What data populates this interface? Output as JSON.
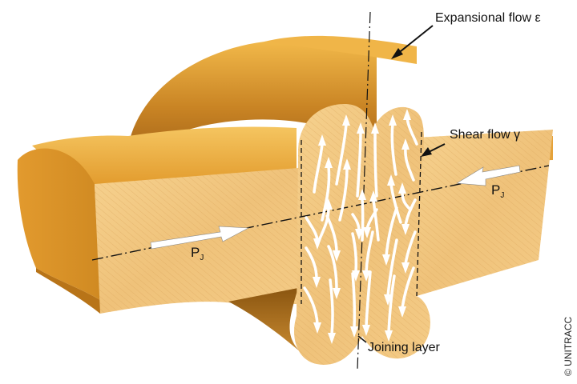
{
  "labels": {
    "expansional_flow": "Expansional flow ε",
    "shear_flow": "Shear flow γ",
    "joining_layer": "Joining layer",
    "force_left": {
      "main": "P",
      "sub": "J"
    },
    "force_right": {
      "main": "P",
      "sub": "J"
    }
  },
  "copyright": "© UNITRACC",
  "colors": {
    "body_light": "#f3c97a",
    "body_mid": "#e8a93e",
    "body_dark": "#b9761c",
    "cut_face": "#eec07a",
    "arrow_fill": "#ffffff",
    "line": "#111111"
  },
  "icons": {
    "force_arrow": "block-arrow-icon",
    "flow_arrow": "curved-arrow-icon"
  }
}
